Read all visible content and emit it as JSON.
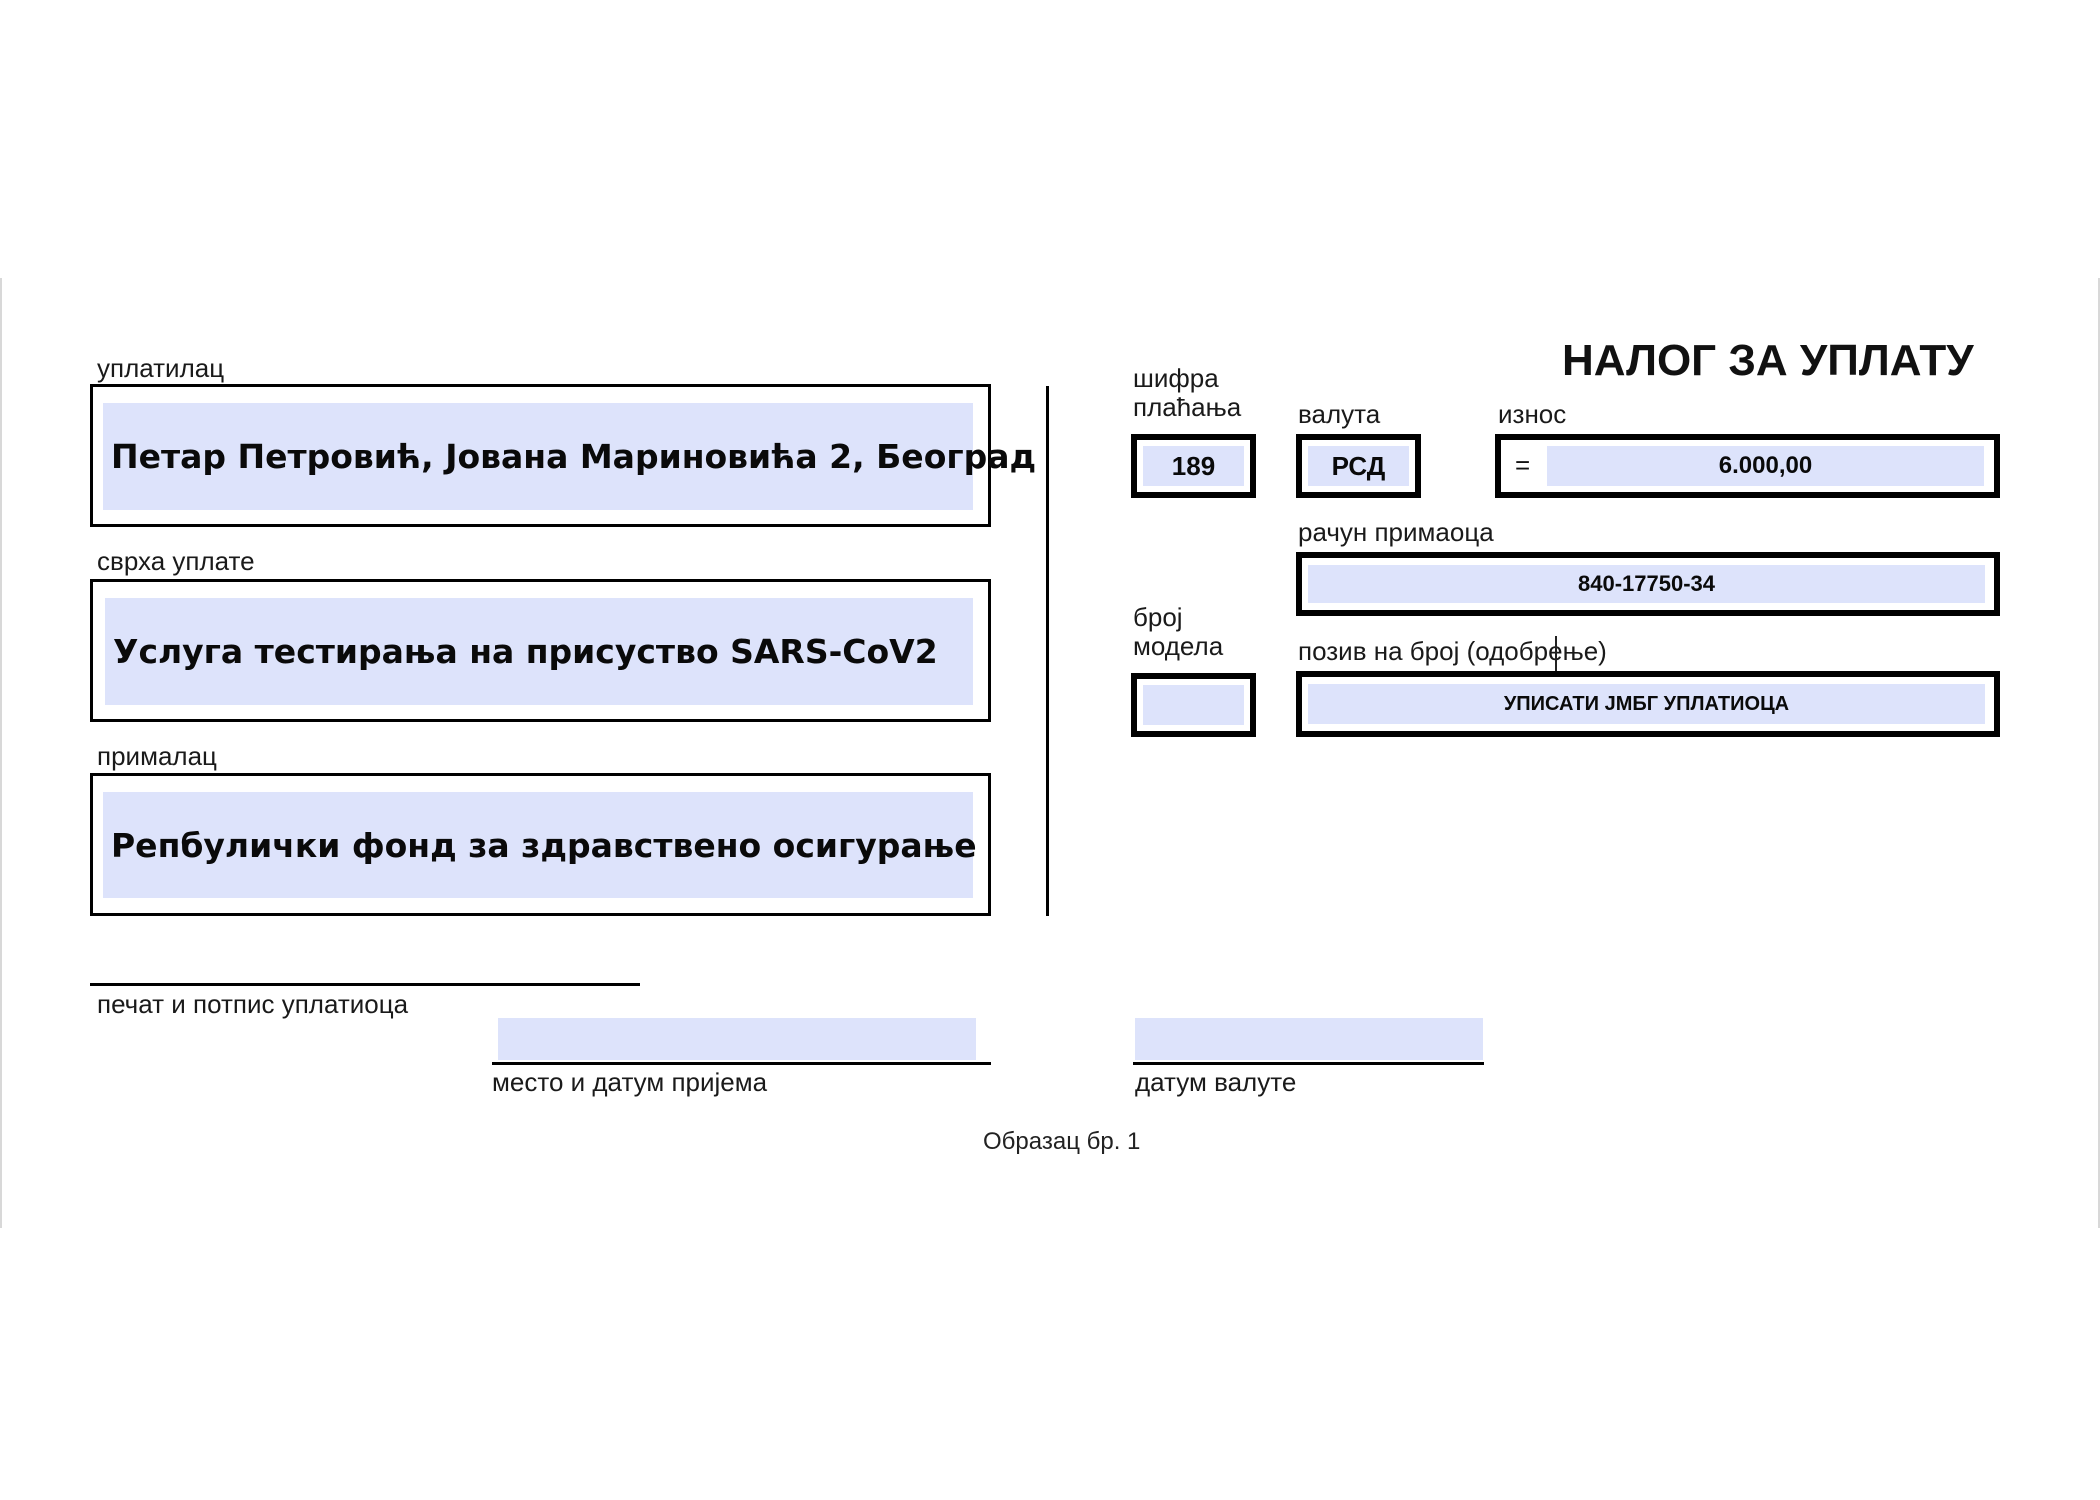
{
  "document": {
    "title": "НАЛОГ ЗА УПЛАТУ",
    "form_number": "Образац бр. 1"
  },
  "payer": {
    "label": "уплатилац",
    "value": "Петар Петровић, Јована Мариновића 2, Београд"
  },
  "purpose": {
    "label": "сврха уплате",
    "value": "Услуга тестирања на присуство SARS-CoV2"
  },
  "recipient": {
    "label": "прималац",
    "value": "Репбулички фонд за здравствено осигурање"
  },
  "payment_code": {
    "label_line1": "шифра",
    "label_line2": "плаћања",
    "value": "189"
  },
  "currency": {
    "label": "валута",
    "value": "РСД"
  },
  "amount": {
    "label": "износ",
    "equals_sign": "=",
    "value": "6.000,00"
  },
  "recipient_account": {
    "label": "рачун примаоца",
    "value": "840-17750-34"
  },
  "model_number": {
    "label_line1": "број",
    "label_line2": "модела",
    "value": ""
  },
  "reference_number": {
    "label": "позив на број (одобрење)",
    "value": "УПИСАТИ ЈМБГ УПЛАТИОЦА"
  },
  "signature": {
    "label": "печат и потпис уплатиоца"
  },
  "place_date_receipt": {
    "label": "место и датум пријема",
    "value": ""
  },
  "value_date": {
    "label": "датум валуте",
    "value": ""
  },
  "colors": {
    "field_fill": "#dde3fb",
    "border": "#000000",
    "background": "#ffffff"
  }
}
